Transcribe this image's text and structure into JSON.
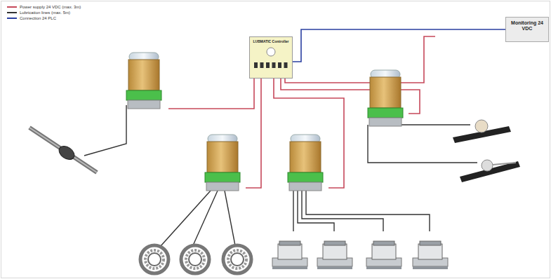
{
  "diagram": {
    "nodes": [
      {
        "text": [
          "LUBMATIC Controller"
        ]
      },
      {
        "text": [
          "Monitoring 24 VDC"
        ]
      }
    ],
    "edges": [
      {
        "from": 0,
        "to": 1,
        "arrow": "none"
      }
    ],
    "legend": [
      {
        "text": "Power supply 24 VDC (max. 3m)"
      },
      {
        "text": "Lubrication lines (max. 5m)"
      },
      {
        "text": "Connection 24 PLC"
      }
    ]
  }
}
